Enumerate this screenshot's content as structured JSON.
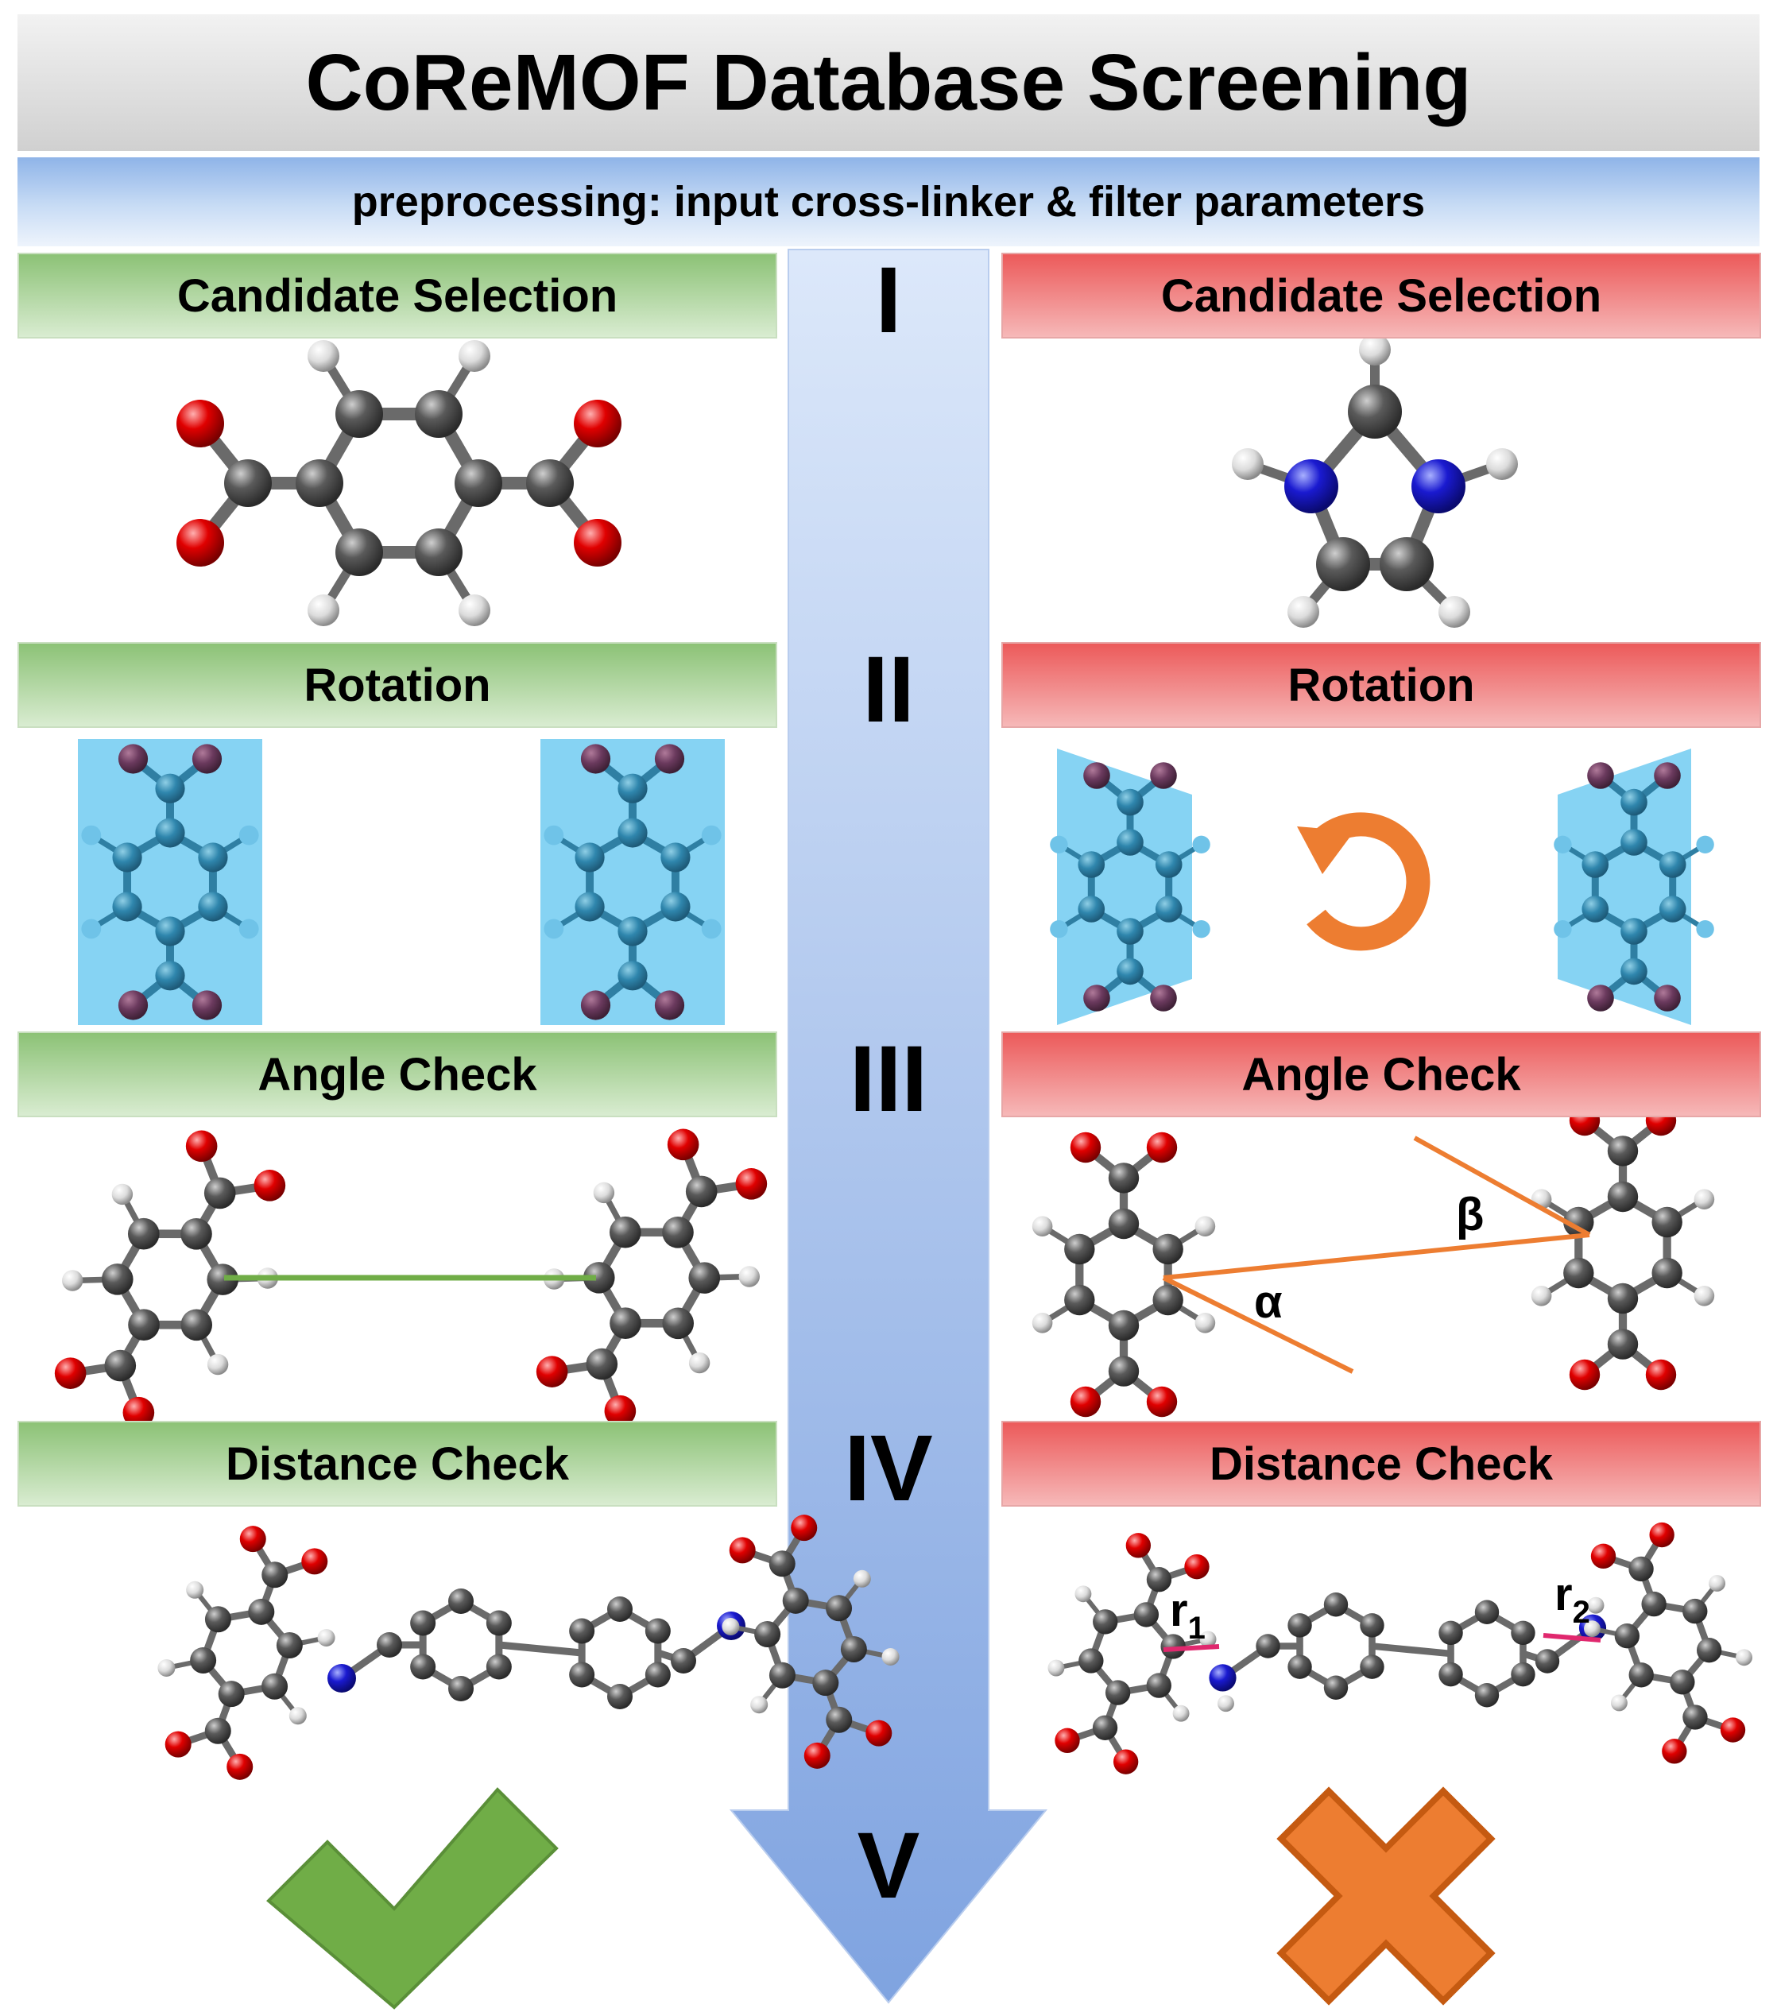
{
  "title": "CoReMOF Database Screening",
  "preprocessing": "preprocessing: input cross-linker & filter parameters",
  "steps": [
    "I",
    "II",
    "III",
    "IV",
    "V"
  ],
  "left_column": {
    "accent_color": "#70ad47",
    "headers": [
      "Candidate Selection",
      "Rotation",
      "Angle Check",
      "Distance Check"
    ]
  },
  "right_column": {
    "accent_color": "#e06666",
    "headers": [
      "Candidate Selection",
      "Rotation",
      "Angle Check",
      "Distance Check"
    ],
    "angle_labels": {
      "alpha": "α",
      "beta": "β"
    },
    "distance_labels": {
      "r1_base": "r",
      "r1_sub": "1",
      "r2_base": "r",
      "r2_sub": "2"
    }
  },
  "icons": {
    "pass": "checkmark-icon",
    "fail": "cross-icon",
    "rotate": "rotate-arrow-icon"
  },
  "colors": {
    "arrow": "#8eaee3",
    "check": "#70ad47",
    "cross": "#ed7d31",
    "carbon": "#505050",
    "oxygen": "#d40000",
    "nitrogen": "#1a1ad0",
    "hydrogen": "#e0e0e0",
    "plane": "#7fd1f2"
  }
}
